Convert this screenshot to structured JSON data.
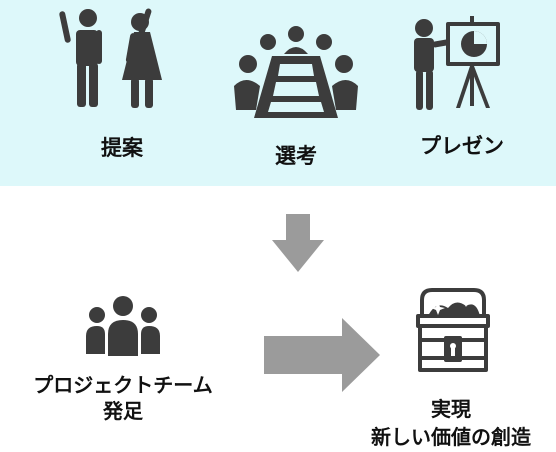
{
  "top_panel": {
    "bg_color": "#ddf8fa",
    "steps": [
      {
        "label": "提案",
        "icon": "raising-hands-people-icon"
      },
      {
        "label": "選考",
        "icon": "meeting-table-icon"
      },
      {
        "label": "プレゼン",
        "icon": "presentation-board-icon"
      }
    ]
  },
  "arrow_color": "#9b9b9b",
  "icon_color": "#3c3c3c",
  "team": {
    "line1": "プロジェクトチーム",
    "line2": "発足",
    "icon": "team-group-icon"
  },
  "result": {
    "line1": "実現",
    "line2": "新しい価値の創造",
    "icon": "treasure-chest-icon"
  }
}
